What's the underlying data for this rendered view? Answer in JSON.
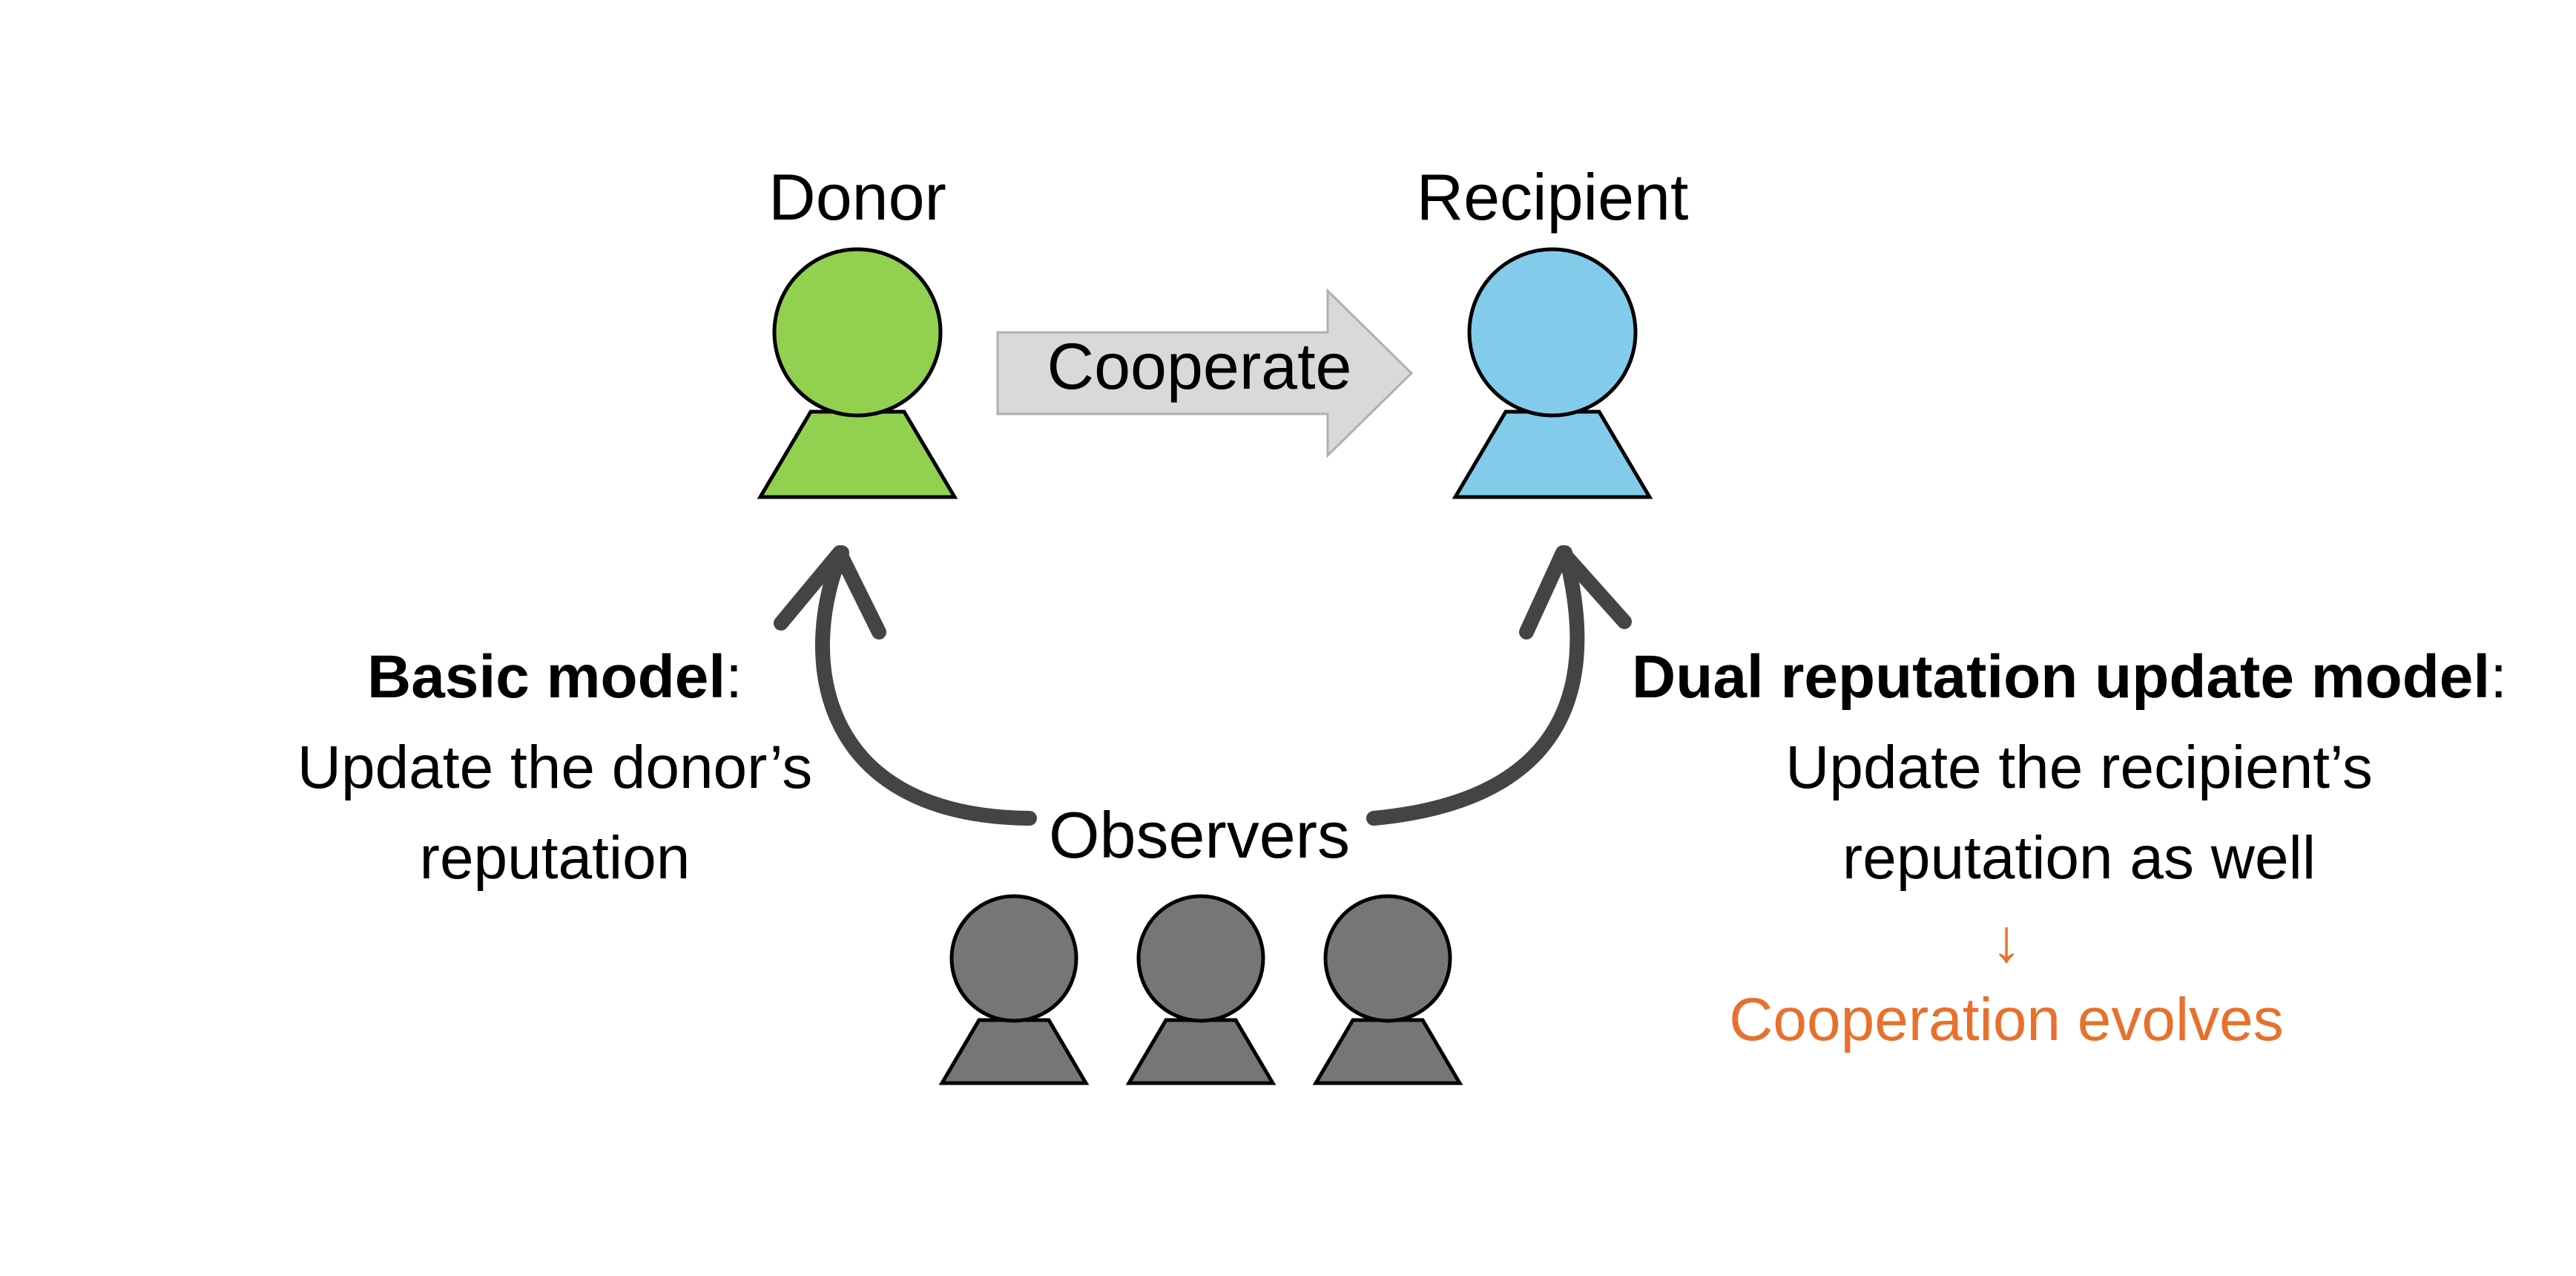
{
  "donor": {
    "label": "Donor",
    "color": "#92D050"
  },
  "recipient": {
    "label": "Recipient",
    "color": "#83CBEB"
  },
  "action": {
    "label": "Cooperate",
    "color": "#D9D9D9"
  },
  "observers": {
    "label": "Observers",
    "count": 3,
    "color": "#767676"
  },
  "basic_model": {
    "title": "Basic model",
    "title_suffix": ":",
    "line1": "Update the donor’s",
    "line2": "reputation"
  },
  "dual_model": {
    "title": "Dual reputation update model",
    "title_suffix": ":",
    "line1": "Update the recipient’s",
    "line2": "reputation as well",
    "arrow_glyph": "↓",
    "outcome": "Cooperation evolves",
    "outcome_color": "#E8702C"
  },
  "icons": {
    "person": "person-icon",
    "action_arrow": "block-arrow-right",
    "observation_arrow": "curved-arrow-up"
  }
}
